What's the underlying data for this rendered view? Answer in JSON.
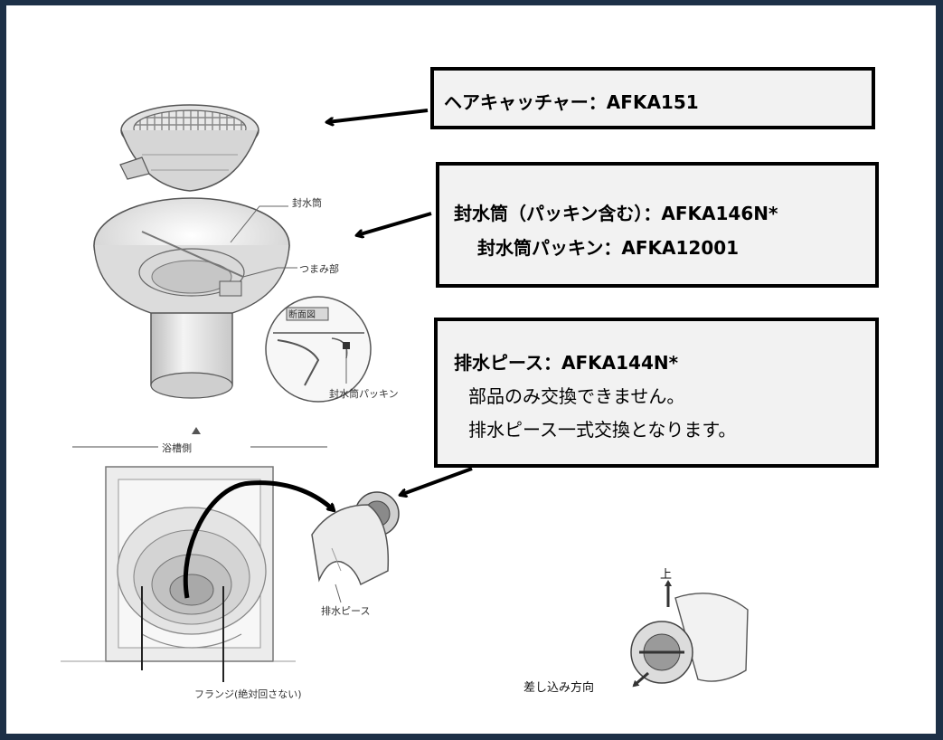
{
  "callouts": {
    "hair_catcher": {
      "text": "ヘアキャッチャー：AFKA151"
    },
    "seal_tube": {
      "line1": "封水筒（パッキン含む）：AFKA146N*",
      "line2": "封水筒パッキン：AFKA12001"
    },
    "drain_piece": {
      "line1": "排水ピース：AFKA144N*",
      "line2": "部品のみ交換できません。",
      "line3": "排水ピース一式交換となります。"
    }
  },
  "figure_labels": {
    "seal_tube": "封水筒",
    "knob": "つまみ部",
    "cross_section": "断面図",
    "seal_packing": "封水筒パッキン",
    "tub_side": "浴槽側",
    "drain_piece": "排水ピース",
    "flange": "フランジ(絶対回さない)",
    "up": "上",
    "insert_direction": "差し込み方向"
  },
  "colors": {
    "frame_border": "#1d3047",
    "callout_fill": "#f2f2f2",
    "callout_border": "#000000",
    "arrow": "#000000"
  }
}
